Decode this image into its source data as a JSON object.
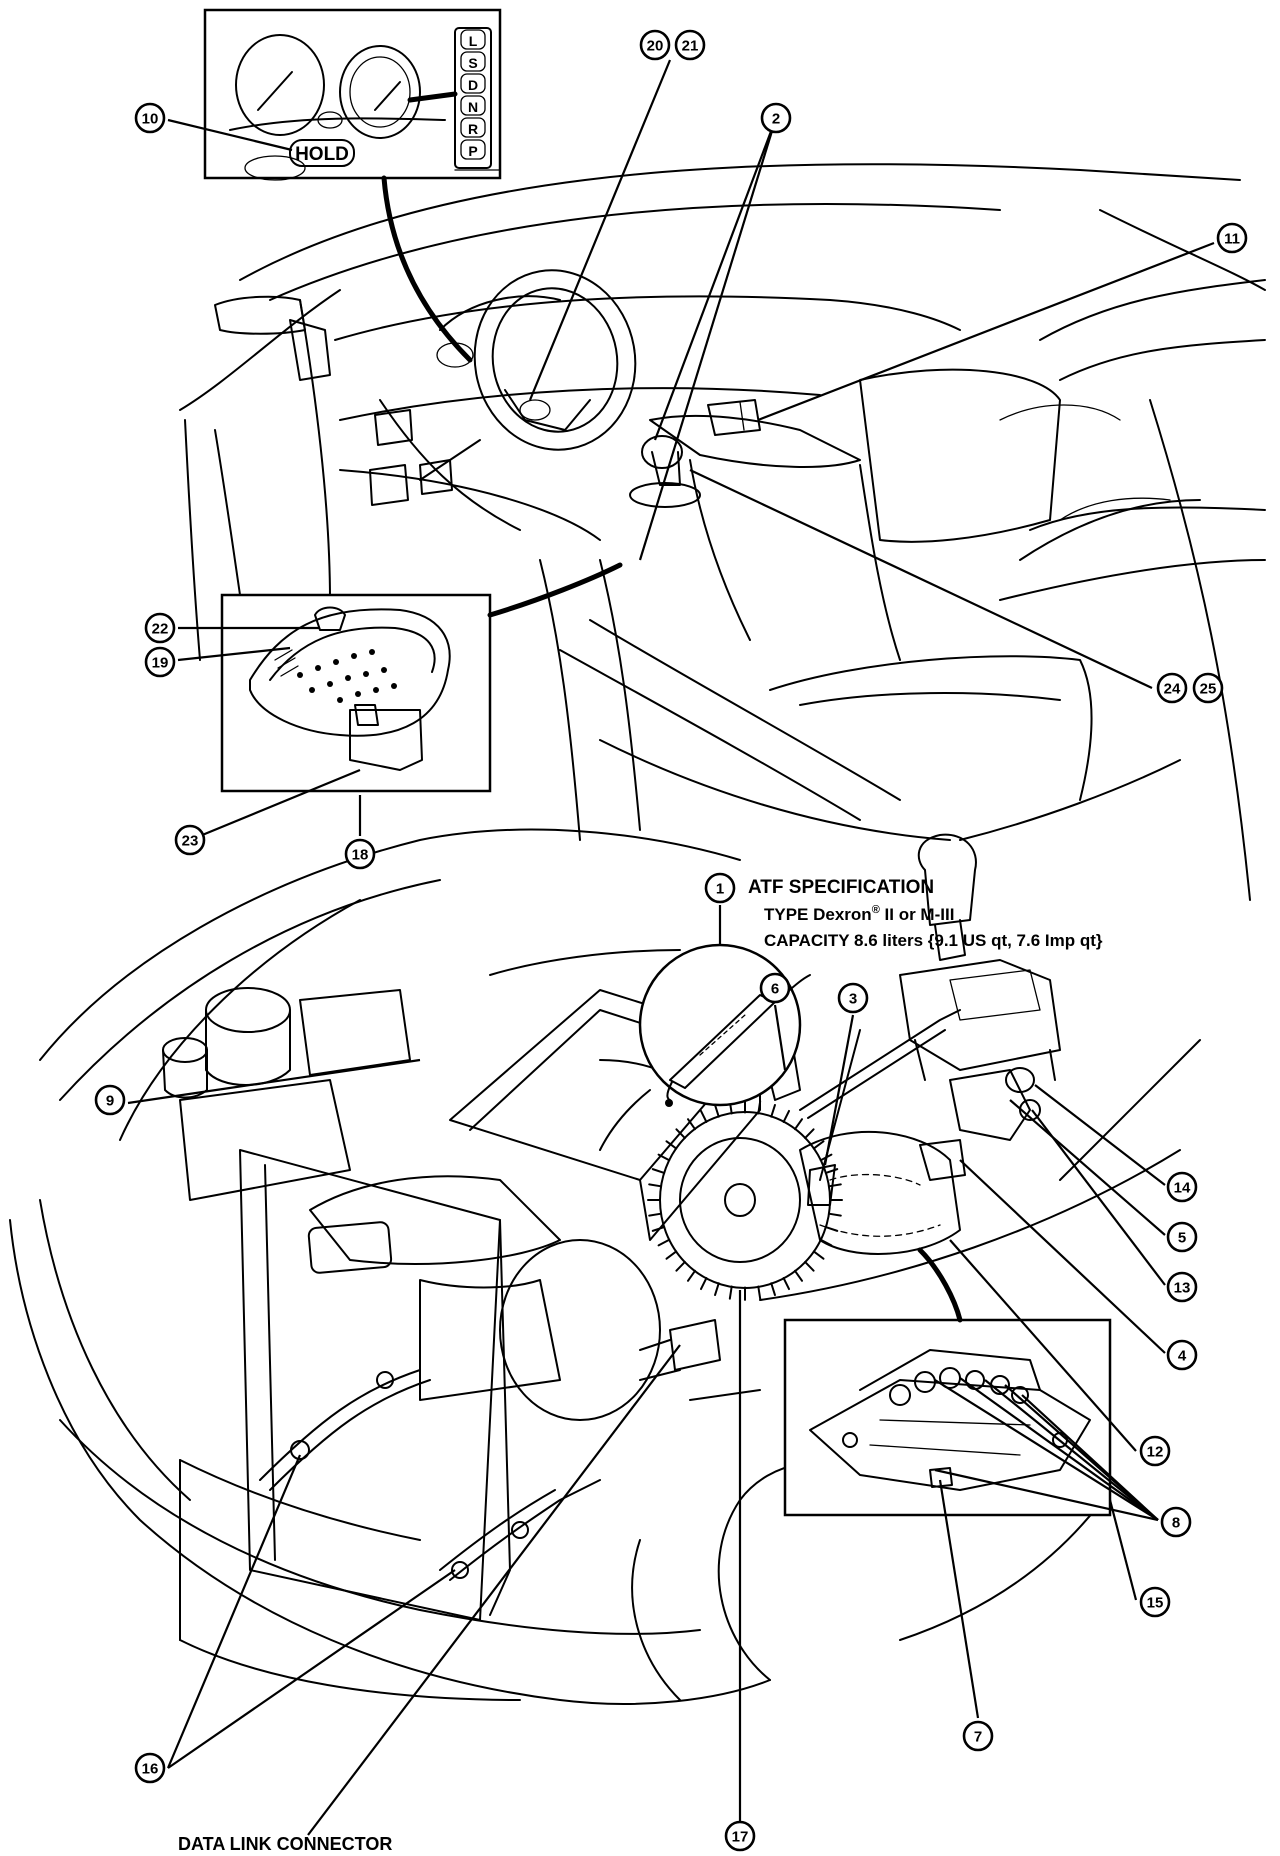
{
  "cluster": {
    "hold_label": "HOLD",
    "range_letters": [
      "P",
      "R",
      "N",
      "D",
      "S",
      "L"
    ]
  },
  "atf_spec": {
    "number": "1",
    "line1": "ATF SPECIFICATION",
    "line2_prefix": "TYPE Dexron",
    "line2_reg": "®",
    "line2_suffix": " II or M-III",
    "line3": "CAPACITY 8.6 liters {9.1 US qt, 7.6 Imp qt}"
  },
  "data_link_label": "DATA LINK CONNECTOR",
  "callouts": {
    "c1": "1",
    "c2": "2",
    "c3": "3",
    "c4": "4",
    "c5": "5",
    "c6": "6",
    "c7": "7",
    "c8": "8",
    "c9": "9",
    "c10": "10",
    "c11": "11",
    "c12": "12",
    "c13": "13",
    "c14": "14",
    "c15": "15",
    "c16": "16",
    "c17": "17",
    "c18": "18",
    "c19": "19",
    "c20": "20",
    "c21": "21",
    "c22": "22",
    "c23": "23",
    "c24": "24",
    "c25": "25"
  }
}
